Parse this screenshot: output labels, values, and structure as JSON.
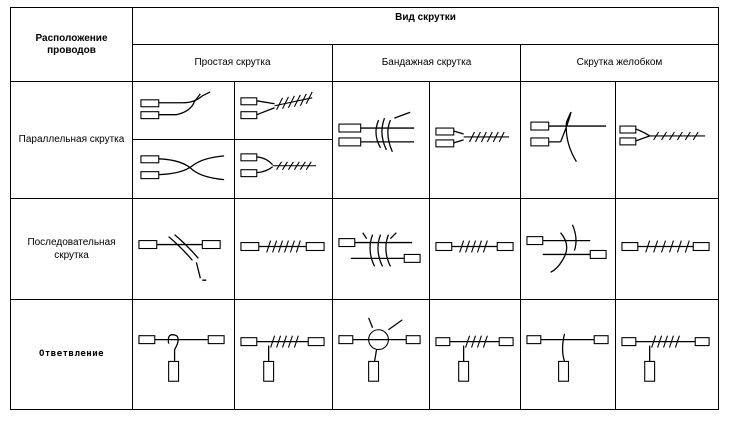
{
  "header": {
    "position_label": "Расположение проводов",
    "twist_type_label": "Вид скрутки"
  },
  "twist_types": [
    {
      "label": "Простая скрутка"
    },
    {
      "label": "Бандажная скрутка"
    },
    {
      "label": "Скрутка желобком"
    }
  ],
  "rows": [
    {
      "label": "Параллельная скрутка"
    },
    {
      "label": "Последовательная скрутка"
    },
    {
      "label": "Ответвление"
    }
  ]
}
